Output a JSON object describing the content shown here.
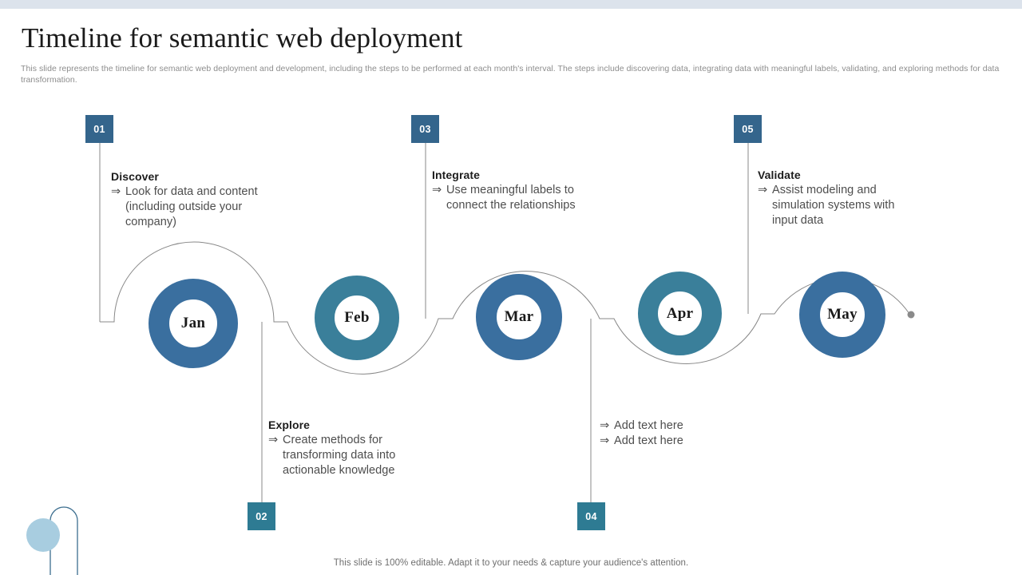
{
  "theme": {
    "top_strip_color": "#dce3ec",
    "badge_blue": "#34658c",
    "badge_teal": "#2e7b93",
    "ring_blue": "#3a6f9f",
    "ring_teal": "#3a7f9a",
    "path_line_color": "#888888",
    "deco_circle_color": "#a8cde0",
    "text_gray": "#4d4d4d"
  },
  "header": {
    "title": "Timeline for semantic web deployment",
    "subtitle": "This slide represents the timeline for semantic web deployment and development, including the steps to be performed at each month's interval. The steps include discovering data, integrating data with meaningful labels, validating, and exploring methods for data transformation."
  },
  "milestones": [
    {
      "number": "01",
      "badge_color": "blue",
      "position": "top",
      "heading": "Discover",
      "bullets": [
        "Look for data and content (including outside your company)"
      ]
    },
    {
      "number": "02",
      "badge_color": "teal",
      "position": "bottom",
      "heading": "Explore",
      "bullets": [
        "Create methods for transforming data into actionable knowledge"
      ]
    },
    {
      "number": "03",
      "badge_color": "blue",
      "position": "top",
      "heading": "Integrate",
      "bullets": [
        "Use meaningful labels to connect the relationships"
      ]
    },
    {
      "number": "04",
      "badge_color": "teal",
      "position": "bottom",
      "heading": "",
      "bullets": [
        "Add text here",
        "Add text here"
      ]
    },
    {
      "number": "05",
      "badge_color": "blue",
      "position": "top",
      "heading": "Validate",
      "bullets": [
        "Assist modeling and simulation systems with input data"
      ]
    }
  ],
  "months": [
    {
      "label": "Jan",
      "color_key": "ring_blue"
    },
    {
      "label": "Feb",
      "color_key": "ring_teal"
    },
    {
      "label": "Mar",
      "color_key": "ring_blue"
    },
    {
      "label": "Apr",
      "color_key": "ring_teal"
    },
    {
      "label": "May",
      "color_key": "ring_blue"
    }
  ],
  "bullet_marker": "⇒",
  "footer": {
    "note": "This slide is 100% editable. Adapt it to your needs & capture your audience's attention."
  }
}
